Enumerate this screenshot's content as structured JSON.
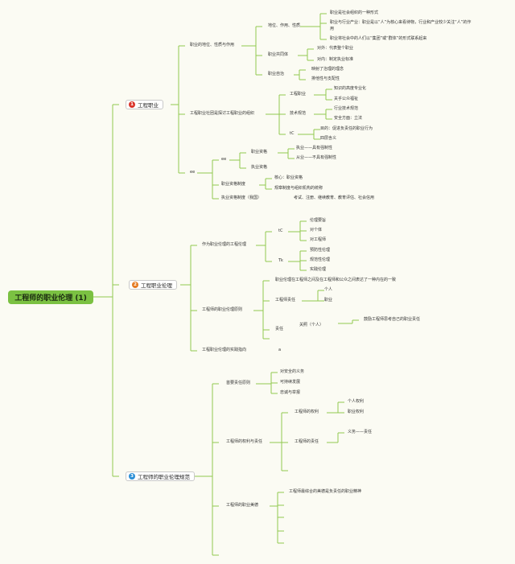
{
  "root": "工程师的职业伦理 (1)",
  "colors": {
    "line": "#92c84f",
    "root": "#7bc142",
    "n1": "#d9342b",
    "n2": "#e57a22",
    "n3": "#2c8fd6"
  },
  "branches": [
    {
      "number": "1",
      "label": "工程职业"
    },
    {
      "number": "2",
      "label": "工程职业伦理"
    },
    {
      "number": "3",
      "label": "工程师的职业伦理规范"
    }
  ],
  "nodes": {
    "b1": {
      "pos": "职业的地位、性质与作用",
      "pos_a": "地位、作用、性质",
      "pos_a1": "职业是社会组织的一种形式",
      "pos_a2": "职业与行业产业：职业是以“人”为核心来看待物，行业和产业较少关注“人”的作",
      "pos_a2b": "用",
      "pos_a3": "职业将社会中的人们以“集团”或“群体”的形式联系起来",
      "pos_b": "职业共同体",
      "pos_b1": "对外：代表整个职业",
      "pos_b2": "对内：制定执业标准",
      "pos_c": "职业自治",
      "pos_c1": "映射了治理的理念",
      "pos_c2": "排他性与支配性",
      "org": "工程职业社团是探讨工程职业的组织",
      "org_a": "工程职业",
      "org_a1": "知识的高度专业化",
      "org_a2": "关乎公众福祉",
      "org_b": "技术规范",
      "org_b1": "行业技术规范",
      "org_b2": "安全方面：立法",
      "org_c": "tC",
      "org_c1": "目的：促进负责任的职业行为",
      "org_c2": "四层含义",
      "ee": "ee",
      "ee_a": "ee",
      "ee_a1": "职业资格",
      "ee_a1a": "执业——具有强制性",
      "ee_a1b": "从业——不具有强制性",
      "ee_a2": "执业资格",
      "ee_b": "职业资格制度",
      "ee_b1": "核心：职业资格",
      "ee_b2": "规章制度与组织机构的统称",
      "ee_c": "执业资格制度（我国）",
      "ee_c1": "考试、注册、继续教育、教育评估、社会信用"
    },
    "b2": {
      "code": "作为职业伦理的工程伦理",
      "code_a": "tC",
      "code_a1": "伦理要旨",
      "code_a2": "对个体",
      "code_a3": "对工程师",
      "code_b": "Tk",
      "code_b1": "预防性伦理",
      "code_b2": "规范性伦理",
      "code_b3": "实践伦理",
      "prin": "工程师的职业伦理原则",
      "prin_a": "职业伦理在工程师之间及在工程师和公众之间表达了一种内在的一致",
      "prin_b": "工程师责任",
      "prin_b1": "个人",
      "prin_b2": "职业",
      "prin_c": "责任",
      "prin_c1": "关照（个人）",
      "prin_c1a": "鼓励工程师思考自己的职业责任",
      "prac": "工程职业伦理的实践指向",
      "prac_a": "a"
    },
    "b3": {
      "first": "首要责任原则",
      "first_a": "对安全的义务",
      "first_b": "可持续发展",
      "first_c": "忠诚与举报",
      "rights": "工程师的权利与责任",
      "rights_a": "工程师的权利",
      "rights_a1": "个人权利",
      "rights_a2": "职业权利",
      "rights_b": "工程师的责任",
      "rights_b1": "义务——责任",
      "virtue": "工程师的职业美德",
      "virtue_a": "工程师最综合的美德是负责任的职业精神"
    }
  }
}
